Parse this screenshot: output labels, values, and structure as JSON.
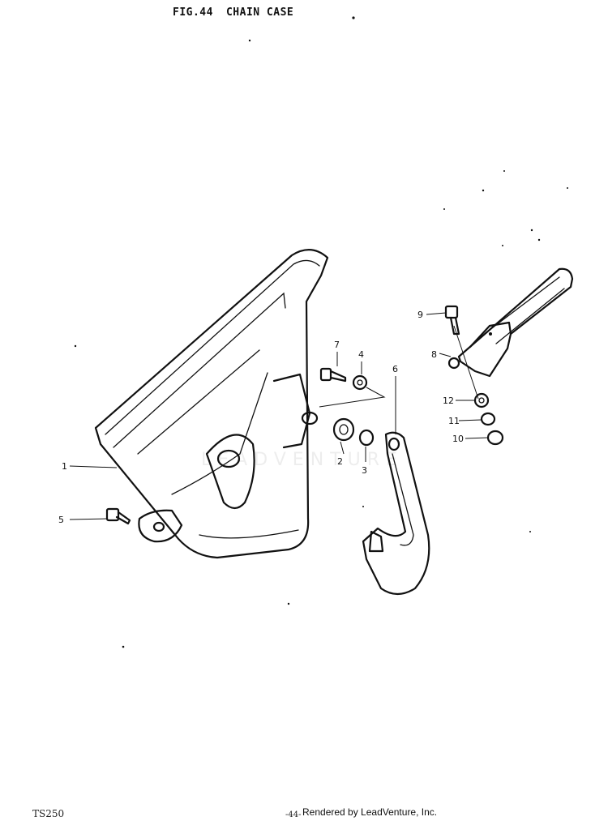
{
  "header": {
    "fig": "FIG.44",
    "name": "CHAIN CASE"
  },
  "watermark": "LEADVENTURE",
  "callouts": [
    "1",
    "2",
    "3",
    "4",
    "5",
    "6",
    "7",
    "8",
    "9",
    "10",
    "11",
    "12"
  ],
  "footer": {
    "model": "TS250",
    "page": "-44-",
    "credit": "Rendered by LeadVenture, Inc."
  }
}
